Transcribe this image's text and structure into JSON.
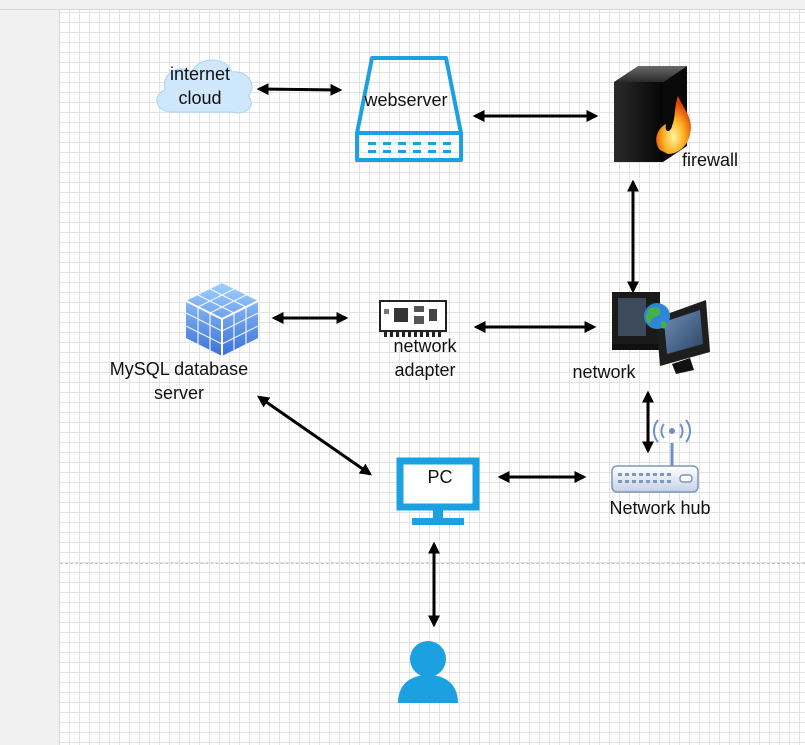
{
  "diagram": {
    "nodes": {
      "internet_cloud": {
        "label": "internet\ncloud",
        "icon": "cloud-icon"
      },
      "webserver": {
        "label": "webserver",
        "icon": "server-icon"
      },
      "firewall": {
        "label": "firewall",
        "icon": "firewall-icon"
      },
      "mysql": {
        "label": "MySQL database\nserver",
        "icon": "database-cube-icon"
      },
      "network_adapter": {
        "label": "network\nadapter",
        "icon": "network-card-icon"
      },
      "network": {
        "label": "network",
        "icon": "network-computers-icon"
      },
      "pc": {
        "label": "PC",
        "icon": "monitor-icon"
      },
      "network_hub": {
        "label": "Network hub",
        "icon": "router-icon"
      },
      "user": {
        "label": "",
        "icon": "user-icon"
      }
    },
    "edges": [
      [
        "internet_cloud",
        "webserver"
      ],
      [
        "webserver",
        "firewall"
      ],
      [
        "firewall",
        "network"
      ],
      [
        "mysql",
        "network_adapter"
      ],
      [
        "network_adapter",
        "network"
      ],
      [
        "network",
        "network_hub"
      ],
      [
        "mysql",
        "pc"
      ],
      [
        "pc",
        "network_hub"
      ],
      [
        "pc",
        "user"
      ]
    ],
    "colors": {
      "blue_accent": "#1ba1e2",
      "cloud": "#cfe7fb",
      "arrow": "#000000"
    }
  }
}
